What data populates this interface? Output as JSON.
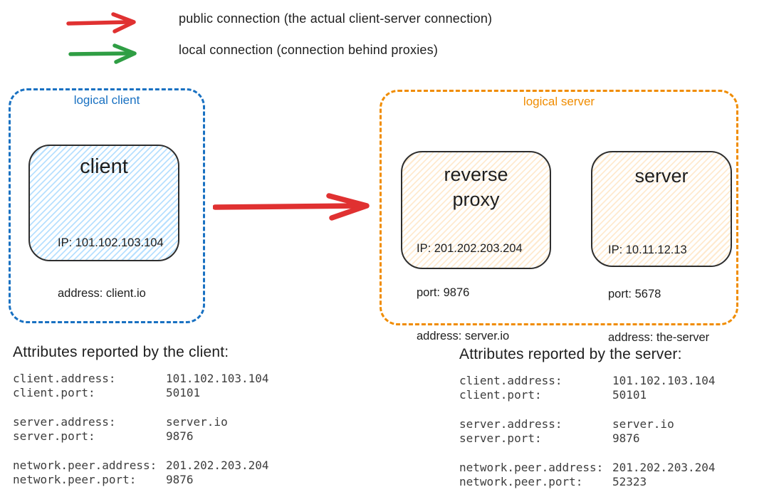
{
  "colors": {
    "public_connection_red": "#e03131",
    "local_connection_green": "#2f9e44",
    "logical_client_blue": "#1971c2",
    "logical_server_orange": "#f08c00",
    "ink": "#1e1e1e",
    "client_fill": "#a5d8ff",
    "server_fill": "#ffd8a8"
  },
  "legend": {
    "items": [
      {
        "icon": "red-arrow",
        "color": "#e03131",
        "label": "public connection (the actual client-server connection)"
      },
      {
        "icon": "green-arrow",
        "color": "#2f9e44",
        "label": "local connection (connection behind proxies)"
      }
    ]
  },
  "diagram": {
    "logical_client": {
      "label": "logical client",
      "node": {
        "title": "client",
        "lines": [
          "IP: 101.102.103.104",
          "address: client.io"
        ]
      }
    },
    "logical_server": {
      "label": "logical server",
      "nodes": [
        {
          "title": "reverse proxy",
          "lines": [
            "IP: 201.202.203.204",
            "port: 9876",
            "address: server.io"
          ]
        },
        {
          "title": "server",
          "lines": [
            "IP: 10.11.12.13",
            "port: 5678",
            "address: the-server"
          ]
        }
      ]
    },
    "main_arrow": {
      "type": "public-connection",
      "color": "#e03131"
    }
  },
  "attributes": {
    "client": {
      "heading": "Attributes reported by the client:",
      "rows": [
        {
          "key": "client.address:",
          "value": "101.102.103.104"
        },
        {
          "key": "client.port:",
          "value": "50101"
        },
        {
          "key": "server.address:",
          "value": "server.io"
        },
        {
          "key": "server.port:",
          "value": "9876"
        },
        {
          "key": "network.peer.address:",
          "value": "201.202.203.204"
        },
        {
          "key": "network.peer.port:",
          "value": "9876"
        }
      ]
    },
    "server": {
      "heading": "Attributes reported by the server:",
      "rows": [
        {
          "key": "client.address:",
          "value": "101.102.103.104"
        },
        {
          "key": "client.port:",
          "value": "50101"
        },
        {
          "key": "server.address:",
          "value": "server.io"
        },
        {
          "key": "server.port:",
          "value": "9876"
        },
        {
          "key": "network.peer.address:",
          "value": "201.202.203.204"
        },
        {
          "key": "network.peer.port:",
          "value": "52323"
        }
      ]
    }
  }
}
